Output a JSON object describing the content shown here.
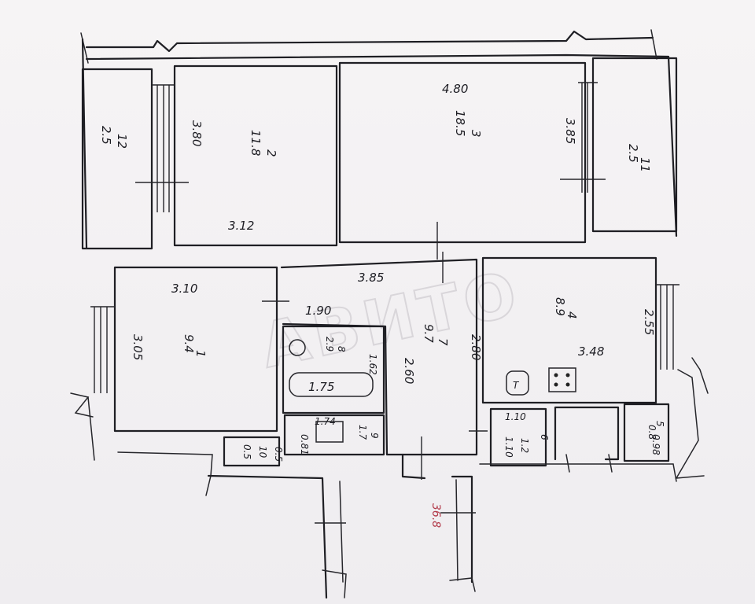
{
  "watermark": "АВИТО",
  "rooms": {
    "room_12": {
      "number": "12",
      "area": "2.5"
    },
    "room_2": {
      "number": "2",
      "area": "11.8",
      "width": "3.12",
      "height": "3.80"
    },
    "room_3": {
      "number": "3",
      "area": "18.5",
      "width": "4.80",
      "height": "3.85"
    },
    "room_11": {
      "number": "11",
      "area": "2.5"
    },
    "room_1": {
      "number": "1",
      "area": "9.4",
      "width": "3.10",
      "height": "3.05"
    },
    "hall_7": {
      "number": "7",
      "area": "9.7",
      "width": "3.85",
      "span": "1.90",
      "side_a": "2.60",
      "side_b": "2.80"
    },
    "room_4": {
      "number": "4",
      "area": "8.9",
      "width": "3.48",
      "height": "2.55"
    },
    "bath_8": {
      "number": "8",
      "area": "2.9",
      "depth": "1.62",
      "tub": "1.75"
    },
    "wc_9": {
      "number": "9",
      "area": "1.7",
      "width": "1.74",
      "depth": "0.81"
    },
    "closet_6": {
      "number": "6",
      "area": "1.2",
      "width": "1.10",
      "depth": "1.10"
    },
    "closet_5": {
      "number": "5",
      "area": "0.8",
      "width": "0.98"
    },
    "closet_10": {
      "number": "10",
      "area": "0.5",
      "width": "0.5"
    }
  },
  "annotation": {
    "red_mark": "36.8"
  },
  "fixtures": {
    "water_heater": "T"
  }
}
